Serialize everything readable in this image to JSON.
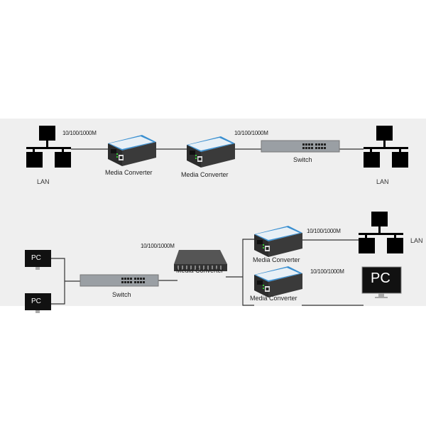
{
  "top_row": {
    "lan_left": "LAN",
    "speed_1": "10/100/1000M",
    "converter_1": "Media Converter",
    "converter_2": "Media Converter",
    "speed_2": "10/100/1000M",
    "switch": "Switch",
    "lan_right": "LAN"
  },
  "bottom_row": {
    "pc_1": "PC",
    "pc_2": "PC",
    "switch": "Switch",
    "speed_1": "10/100/1000M",
    "rack_converter": "Media Converter",
    "converter_upper": "Media Converter",
    "speed_upper": "10/100/1000M",
    "lan": "LAN",
    "converter_lower": "Media Converter",
    "speed_lower": "10/100/1000M",
    "pc_3": "PC"
  },
  "colors": {
    "background": "#efefef",
    "device_accent": "#3a8fd0",
    "line": "#333333"
  }
}
